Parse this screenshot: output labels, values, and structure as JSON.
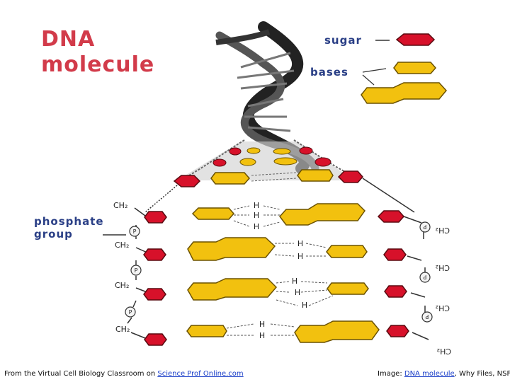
{
  "title": {
    "line1": "DNA",
    "line2": "molecule"
  },
  "legend": {
    "sugar": "sugar",
    "bases": "bases"
  },
  "phosphate_label": {
    "line1": "phosphate",
    "line2": "group"
  },
  "left_groups": [
    "CH₂",
    "CH₂",
    "CH₂",
    "CH₂"
  ],
  "right_groups": [
    "CH₂",
    "CH₂",
    "CH₂",
    "CH₂"
  ],
  "phosphate_symbol": "P",
  "hydrogen": "H",
  "footer": {
    "left_prefix": "From the  Virtual Cell Biology Classroom on ",
    "left_link": "Science Prof Online.com",
    "right_prefix": "Image: ",
    "right_link": "DNA molecule",
    "right_suffix": ", Why Files, NSF"
  },
  "colors": {
    "sugar": "#d7112a",
    "base": "#f2c10f",
    "title": "#d23b4a",
    "labels": "#2a3f86",
    "link": "#1a3ec8"
  }
}
